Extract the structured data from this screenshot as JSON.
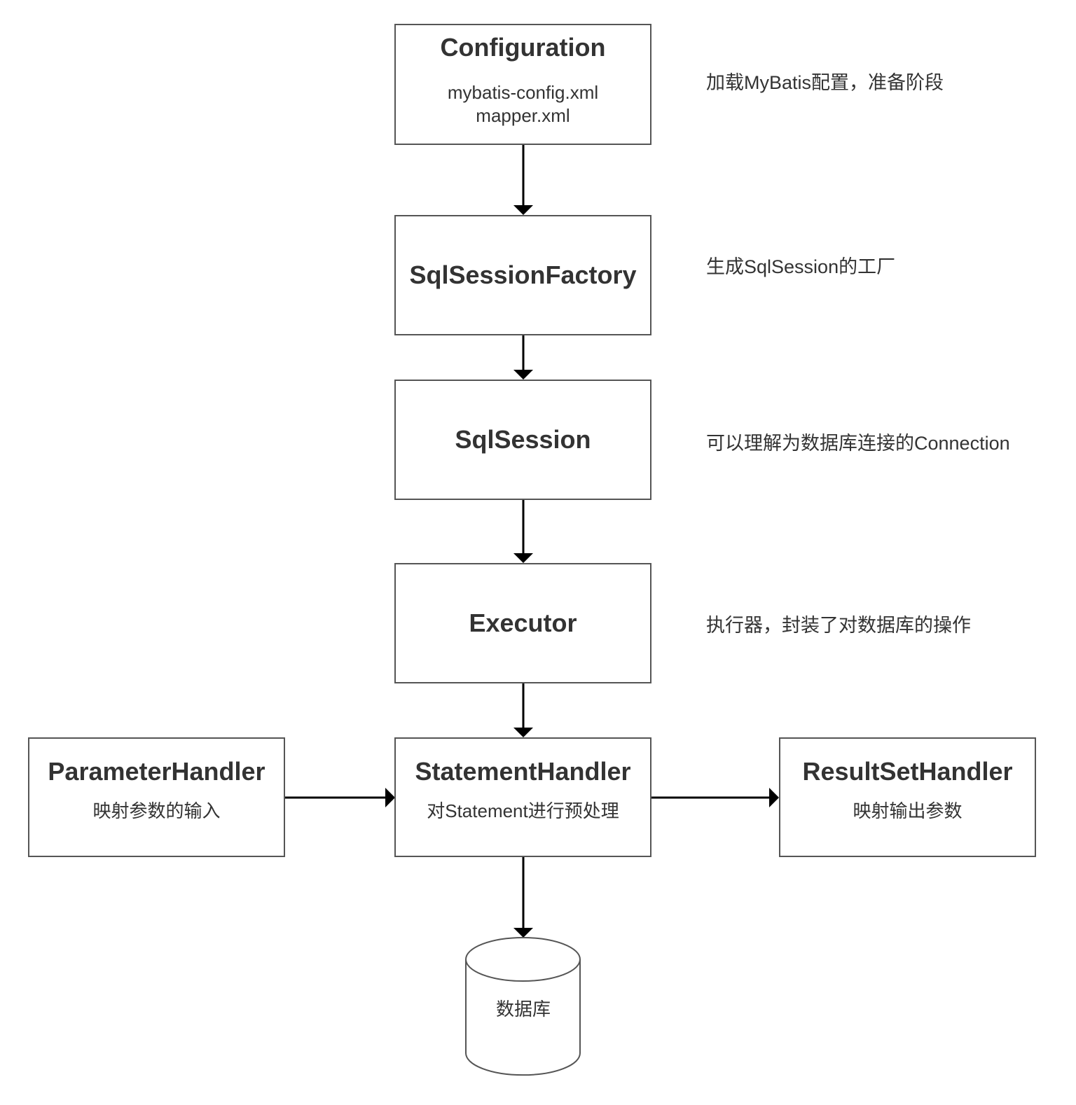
{
  "nodes": {
    "configuration": {
      "title": "Configuration",
      "line1": "mybatis-config.xml",
      "line2": "mapper.xml"
    },
    "sqlsessionfactory": {
      "title": "SqlSessionFactory"
    },
    "sqlsession": {
      "title": "SqlSession"
    },
    "executor": {
      "title": "Executor"
    },
    "statementhandler": {
      "title": "StatementHandler",
      "desc": "对Statement进行预处理"
    },
    "parameterhandler": {
      "title": "ParameterHandler",
      "desc": "映射参数的输入"
    },
    "resultsethandler": {
      "title": "ResultSetHandler",
      "desc": "映射输出参数"
    },
    "database": {
      "label": "数据库"
    }
  },
  "notes": {
    "configuration": "加载MyBatis配置，准备阶段",
    "sqlsessionfactory": "生成SqlSession的工厂",
    "sqlsession": "可以理解为数据库连接的Connection",
    "executor": "执行器，封装了对数据库的操作"
  },
  "colors": {
    "border": "#555555",
    "arrow": "#000000",
    "text": "#333333"
  }
}
